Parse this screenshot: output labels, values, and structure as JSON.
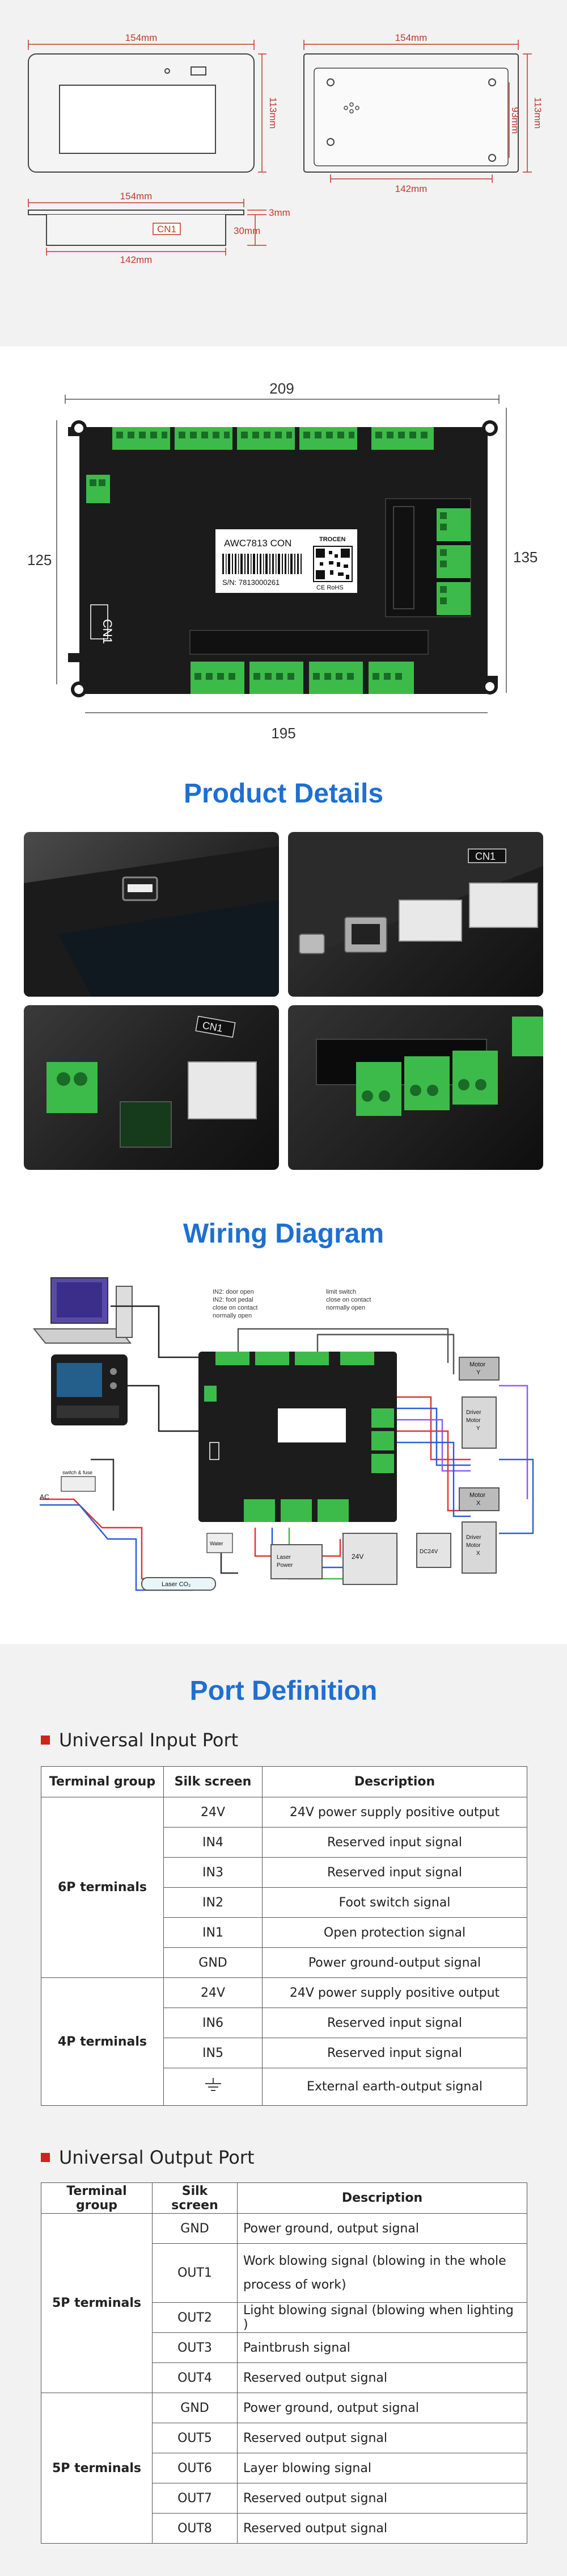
{
  "dimensions_drawing": {
    "front_width": "154mm",
    "front_height": "113mm",
    "back_width": "154mm",
    "back_height_outer": "113mm",
    "back_height_inner": "93mm",
    "back_hole_span": "142mm",
    "side_width": "154mm",
    "side_thickness": "3mm",
    "side_depth": "30mm",
    "side_label": "CN1",
    "side_inner": "142mm"
  },
  "controller_drawing": {
    "top_width": "209",
    "left_height": "125",
    "right_height": "135",
    "bottom_width": "195",
    "model_label": "AWC7813 CON",
    "serial": "S/N: 7813000261",
    "brand": "TROCEN",
    "cn1": "CN1",
    "cert": "CE RoHS"
  },
  "product_details": {
    "title": "Product Details",
    "labels": [
      "CN1",
      "CN1"
    ]
  },
  "wiring": {
    "title": "Wiring Diagram",
    "notes": {
      "in2": "IN2: door open\nIN2: foot pedal\nclose on contact\nnormally open",
      "in1": "limit switch\nclose on contact\nnormally open"
    },
    "labels": {
      "motor_y": "Motor\nY",
      "motor_x": "Motor\nX",
      "driver_y": "Driver\nMotor\nY",
      "driver_x": "Driver\nMotor\nX",
      "dc24v": "DC24V",
      "v24": "24V",
      "laser": "Laser\nPower",
      "tube": "Laser CO₂",
      "ac": "AC",
      "switch": "switch & fuse",
      "water": "Water"
    }
  },
  "port_definition": {
    "title": "Port Definition",
    "input": {
      "heading": "Universal Input Port",
      "headers": [
        "Terminal group",
        "Silk screen",
        "Description"
      ],
      "groups": [
        {
          "name": "6P terminals",
          "rows": [
            [
              "24V",
              "24V power supply positive output"
            ],
            [
              "IN4",
              "Reserved input signal"
            ],
            [
              "IN3",
              "Reserved input signal"
            ],
            [
              "IN2",
              "Foot switch signal"
            ],
            [
              "IN1",
              "Open protection signal"
            ],
            [
              "GND",
              "Power ground-output signal"
            ]
          ]
        },
        {
          "name": "4P terminals",
          "rows": [
            [
              "24V",
              "24V power supply positive output"
            ],
            [
              "IN6",
              "Reserved input signal"
            ],
            [
              "IN5",
              "Reserved input signal"
            ],
            [
              "",
              "External earth-output signal"
            ]
          ]
        }
      ]
    },
    "output": {
      "heading": "Universal Output Port",
      "headers": [
        "Terminal group",
        "Silk screen",
        "Description"
      ],
      "groups": [
        {
          "name": "5P terminals",
          "rows": [
            [
              "GND",
              "Power ground, output signal"
            ],
            [
              "OUT1",
              "Work blowing signal (blowing in the whole process of work)"
            ],
            [
              "OUT2",
              "Light blowing signal (blowing when lighting )"
            ],
            [
              "OUT3",
              "Paintbrush signal"
            ],
            [
              "OUT4",
              "Reserved output signal"
            ]
          ]
        },
        {
          "name": "5P terminals",
          "rows": [
            [
              "GND",
              "Power ground, output signal"
            ],
            [
              "OUT5",
              "Reserved output signal"
            ],
            [
              "OUT6",
              "Layer blowing signal"
            ],
            [
              "OUT7",
              "Reserved output signal"
            ],
            [
              "OUT8",
              "Reserved output signal"
            ]
          ]
        }
      ]
    }
  },
  "colors": {
    "heading_blue": "#1e6fd1",
    "dimension_red": "#c0392b",
    "terminal_green": "#3dbb4a",
    "board_black": "#1c1c1c",
    "bullet_red": "#d0231a"
  }
}
